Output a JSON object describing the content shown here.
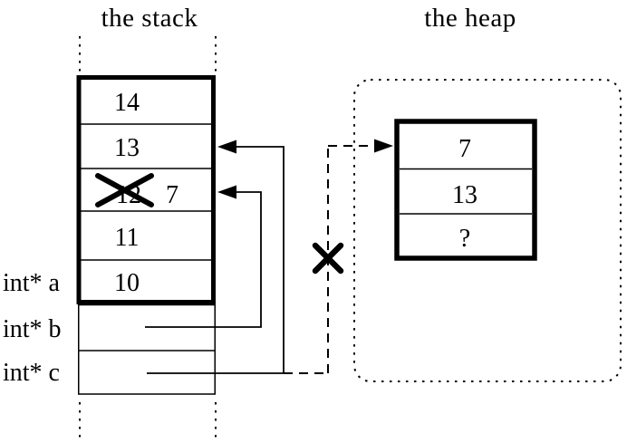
{
  "titles": {
    "stack": "the stack",
    "heap": "the heap"
  },
  "stack": {
    "cells": [
      {
        "value": "14",
        "crossed_out": false
      },
      {
        "value": "13",
        "crossed_out": false
      },
      {
        "value": "12",
        "crossed_out": true,
        "replacement_value": "7"
      },
      {
        "value": "11",
        "crossed_out": false
      },
      {
        "value": "10",
        "crossed_out": false
      }
    ],
    "pointer_labels": [
      {
        "label": "int* a"
      },
      {
        "label": "int* b"
      },
      {
        "label": "int* c"
      }
    ]
  },
  "heap": {
    "cells": [
      {
        "value": "7"
      },
      {
        "value": "13"
      },
      {
        "value": "?"
      }
    ]
  },
  "icons": {
    "cross_out": "✗",
    "broken_pointer": "✗"
  },
  "colors": {
    "ink": "#000000",
    "background": "#ffffff"
  }
}
